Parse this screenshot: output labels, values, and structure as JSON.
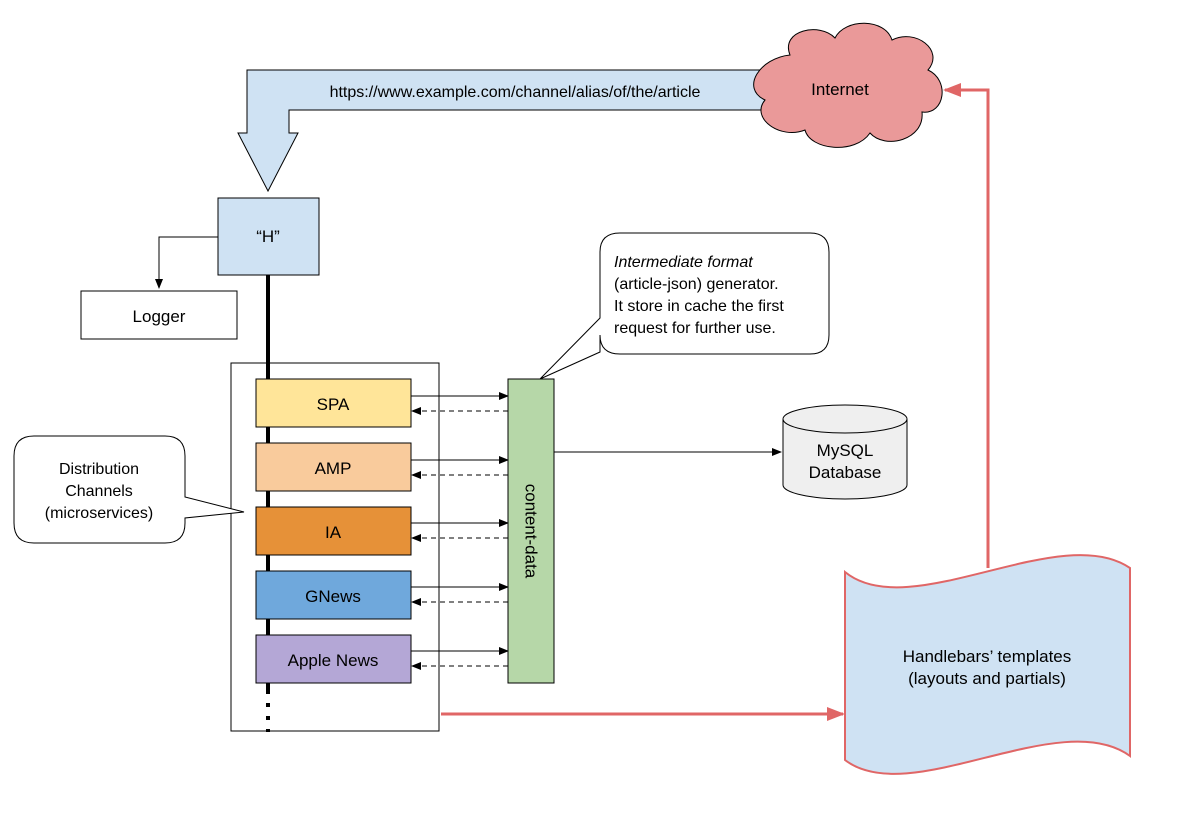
{
  "url_arrow": {
    "text": "https://www.example.com/channel/alias/of/the/article",
    "fill": "#cfe2f3"
  },
  "internet": {
    "label": "Internet",
    "fill": "#ea9999"
  },
  "h_node": {
    "label": "“H”",
    "fill": "#cfe2f3"
  },
  "logger": {
    "label": "Logger"
  },
  "callout_generator": {
    "line1_italic": "Intermediate format",
    "line2": "(article-json) generator.",
    "line3": "It store in cache the first",
    "line4": "request for further use."
  },
  "callout_channels": {
    "line1": "Distribution",
    "line2": "Channels",
    "line3": "(microservices)"
  },
  "channels": [
    {
      "label": "SPA",
      "fill": "#ffe599"
    },
    {
      "label": "AMP",
      "fill": "#f9cb9c"
    },
    {
      "label": "IA",
      "fill": "#e69138"
    },
    {
      "label": "GNews",
      "fill": "#6fa8dc"
    },
    {
      "label": "Apple News",
      "fill": "#b4a7d6"
    }
  ],
  "content_data": {
    "label": "content-data",
    "fill": "#b6d7a8"
  },
  "database": {
    "line1": "MySQL",
    "line2": "Database",
    "fill": "#efefef"
  },
  "templates": {
    "line1": "Handlebars’ templates",
    "line2": "(layouts and partials)",
    "fill": "#cfe2f3"
  },
  "colors": {
    "flow_arrow": "#e06666",
    "stroke": "#000000"
  }
}
